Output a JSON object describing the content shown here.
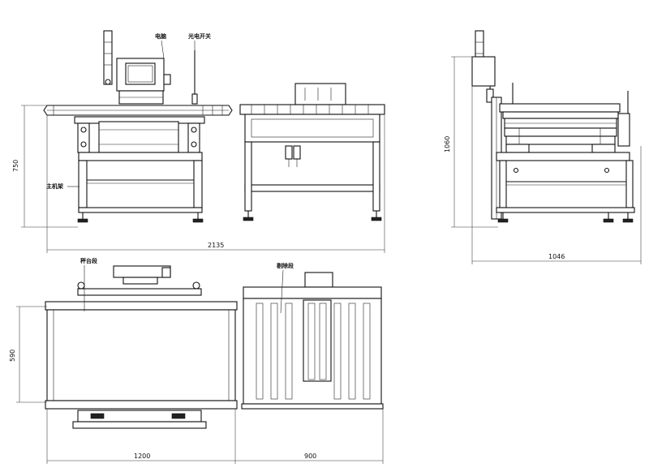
{
  "labels": {
    "display": "电脑",
    "power_switch": "光电开关",
    "main_frame": "主机架",
    "weighing_section": "秤台段",
    "reject_section": "剔除段"
  },
  "dimensions": {
    "front_height": "750",
    "front_total_length": "2135",
    "side_height": "1060",
    "side_depth": "1046",
    "top_depth": "590",
    "top_weigh_length": "1200",
    "top_reject_length": "900"
  }
}
